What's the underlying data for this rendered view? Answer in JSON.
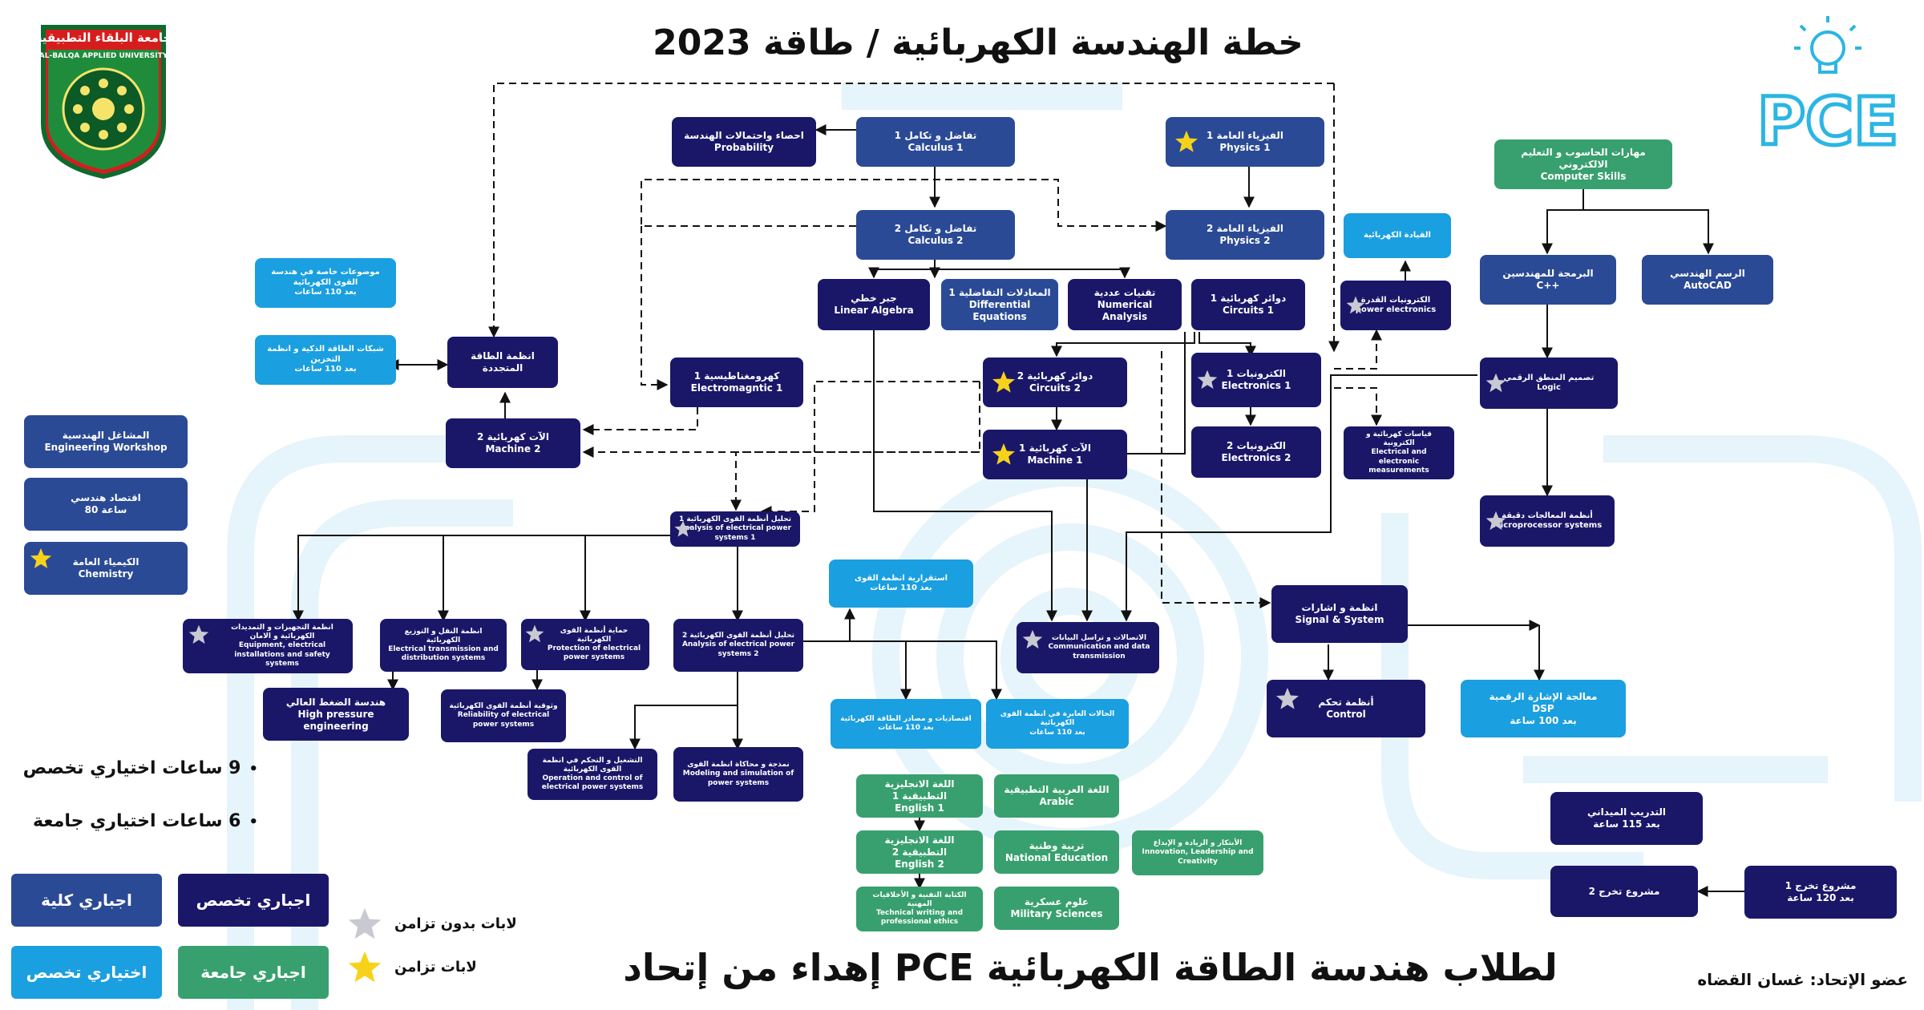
{
  "title": "خطة الهندسة الكهربائية / طاقة 2023",
  "footer": {
    "dedication": "إهداء من إتحاد PCE لطلاب هندسة الطاقة الكهربائية",
    "member": "عضو الإتحاد: غسان القضاه"
  },
  "logos": {
    "university_ar": "جامعة البلقاء التطبيقية",
    "university_en": "AL-BALQA APPLIED UNIVERSITY",
    "pce": "PCE"
  },
  "colors": {
    "specialization_mandatory": "#1a1769",
    "faculty_mandatory": "#2b4a95",
    "university_mandatory": "#38a06e",
    "specialization_elective": "#1a9fe0",
    "star_gold": "#f7d21a",
    "star_grey": "#c9c9d2",
    "background_art": "#e6f4fb"
  },
  "legend": {
    "faculty_mandatory": "اجباري كلية",
    "spec_mandatory": "اجباري تخصص",
    "spec_elective": "اختياري تخصص",
    "uni_mandatory": "اجباري جامعة",
    "labs_no_sync": "لابات بدون تزامن",
    "labs_sync": "لابات تزامن"
  },
  "notes": {
    "spec_elective_hours": "9 ساعات اختياري تخصص",
    "uni_elective_hours": "6 ساعات اختياري جامعة"
  },
  "courses": {
    "probability": {
      "ar": "احصاء واحتمالات الهندسة",
      "en": "Probability"
    },
    "calculus1": {
      "ar": "تفاضل و تكامل 1",
      "en": "Calculus 1"
    },
    "physics1": {
      "ar": "الفيزياء العامة 1",
      "en": "Physics 1"
    },
    "calculus2": {
      "ar": "تفاضل و تكامل 2",
      "en": "Calculus 2"
    },
    "physics2": {
      "ar": "الفيزياء العامة 2",
      "en": "Physics 2"
    },
    "computer_skills": {
      "ar": "مهارات الحاسوب و التعليم الالكتروني",
      "en": "Computer Skills"
    },
    "leadership": {
      "ar": "القيادة الكهربائية"
    },
    "cpp": {
      "ar": "البرمجة للمهندسين",
      "en": "C++"
    },
    "autocad": {
      "ar": "الرسم الهندسي",
      "en": "AutoCAD"
    },
    "linear_algebra": {
      "ar": "جبر خطي",
      "en": "Linear Algebra"
    },
    "diff_eq": {
      "ar": "المعادلات التفاضلية 1",
      "en": "Differential Equations"
    },
    "numerical": {
      "ar": "تقنيات عددية",
      "en": "Numerical Analysis"
    },
    "circuits1": {
      "ar": "دوائر كهربائية 1",
      "en": "Circuits 1"
    },
    "power_electronics": {
      "ar": "الكترونيات القدرة",
      "en": "power electronics"
    },
    "special_topics": {
      "ar": "موضوعات خاصة في هندسة القوى الكهربائية",
      "note": "بعد 110 ساعات"
    },
    "smart_grid": {
      "ar": "شبكات الطاقة الذكية و انظمة التخزين",
      "note": "بعد 110 ساعات"
    },
    "renewable": {
      "ar": "انظمة الطاقة المتجددة"
    },
    "electromagnetic": {
      "ar": "كهرومغناطيسية 1",
      "en": "Electromagntic 1"
    },
    "circuits2": {
      "ar": "دوائر كهربائية 2",
      "en": "Circuits 2"
    },
    "electronics1": {
      "ar": "الكترونيات 1",
      "en": "Electronics 1"
    },
    "logic": {
      "ar": "تصميم المنطق الرقمي",
      "en": "Logic"
    },
    "workshop": {
      "ar": "المشاغل الهندسية",
      "en": "Engineering Workshop"
    },
    "machine2": {
      "ar": "الآت كهربائية 2",
      "en": "Machine 2"
    },
    "machine1": {
      "ar": "الآت كهربائية 1",
      "en": "Machine 1"
    },
    "electronics2": {
      "ar": "الكترونيات 2",
      "en": "Electronics 2"
    },
    "measurements": {
      "ar": "قياسات كهربائية و الكترونية",
      "en": "Electrical and electronic measurements"
    },
    "economics": {
      "ar": "اقتصاد هندسي",
      "note": "80 ساعة"
    },
    "microprocessor": {
      "ar": "أنظمة المعالجات دقيقة",
      "en": "Microprocessor systems"
    },
    "analysis1": {
      "ar": "تحليل أنظمة القوى الكهربائية 1",
      "en": "Analysis of electrical power systems 1"
    },
    "chemistry": {
      "ar": "الكيمياء العامة",
      "en": "Chemistry"
    },
    "stability": {
      "ar": "استقرارية انظمة القوى",
      "note": "بعد 110 ساعات"
    },
    "signals": {
      "ar": "انظمة و اشارات",
      "en": "Signal & System"
    },
    "equipment": {
      "ar": "انظمة التجهيزات و التمديدات الكهربائية و الامان",
      "en": "Equipment, electrical installations and safety systems"
    },
    "transmission": {
      "ar": "انظمة النقل و التوزيع الكهربائية",
      "en": "Electrical transmission and distribution systems"
    },
    "protection": {
      "ar": "حماية أنظمة القوى الكهربائية",
      "en": "Protection of electrical power systems"
    },
    "analysis2": {
      "ar": "تحليل أنظمة القوى الكهربائية 2",
      "en": "Analysis of electrical power systems 2"
    },
    "communication": {
      "ar": "الاتصالات و تراسل البيانات",
      "en": "Communication and data transmission"
    },
    "control": {
      "ar": "أنظمة تحكم",
      "en": "Control"
    },
    "dsp": {
      "ar": "معالجة الإشارة الرقمية",
      "en": "DSP",
      "note": "بعد 100 ساعة"
    },
    "high_voltage": {
      "ar": "هندسة الضغط العالي",
      "en": "High pressure engineering"
    },
    "reliability": {
      "ar": "وثوقية أنظمة القوى الكهربائية",
      "en": "Reliability of electrical power systems"
    },
    "energy_economics": {
      "ar": "اقتصاديات و مصادر الطاقة الكهربائية",
      "note": "بعد 110 ساعات"
    },
    "transients": {
      "ar": "الحالات العابرة في انظمة القوى الكهربائية",
      "note": "بعد 110 ساعات"
    },
    "operation": {
      "ar": "التشغيل و التحكم في انظمة القوى الكهربائية",
      "en": "Operation and control of electrical power systems"
    },
    "modeling": {
      "ar": "نمذجة و محاكاة انظمة القوى",
      "en": "Modeling and simulation of power systems"
    },
    "english1": {
      "ar": "اللغة الانجليزية التطبيقية 1",
      "en": "English 1"
    },
    "arabic": {
      "ar": "اللغة العربية التطبيقية",
      "en": "Arabic"
    },
    "field_training": {
      "ar": "التدريب الميداني",
      "note": "بعد 115 ساعة"
    },
    "english2": {
      "ar": "اللغة الانجليزية التطبيقية 2",
      "en": "English 2"
    },
    "national_ed": {
      "ar": "تربية وطنية",
      "en": "National Education"
    },
    "innovation": {
      "ar": "الأبتكار و الريادة و الإبداع",
      "en": "Innovation, Leadership and Creativity"
    },
    "project1": {
      "ar": "مشروع تخرج 1",
      "note": "بعد 120 ساعة"
    },
    "project2": {
      "ar": "مشروع تخرج 2"
    },
    "technical_writing": {
      "ar": "الكتابة التقنية و الأخلاقيات المهنية",
      "en": "Technical writing and professional ethics"
    },
    "military": {
      "ar": "علوم عسكرية",
      "en": "Military Sciences"
    }
  }
}
